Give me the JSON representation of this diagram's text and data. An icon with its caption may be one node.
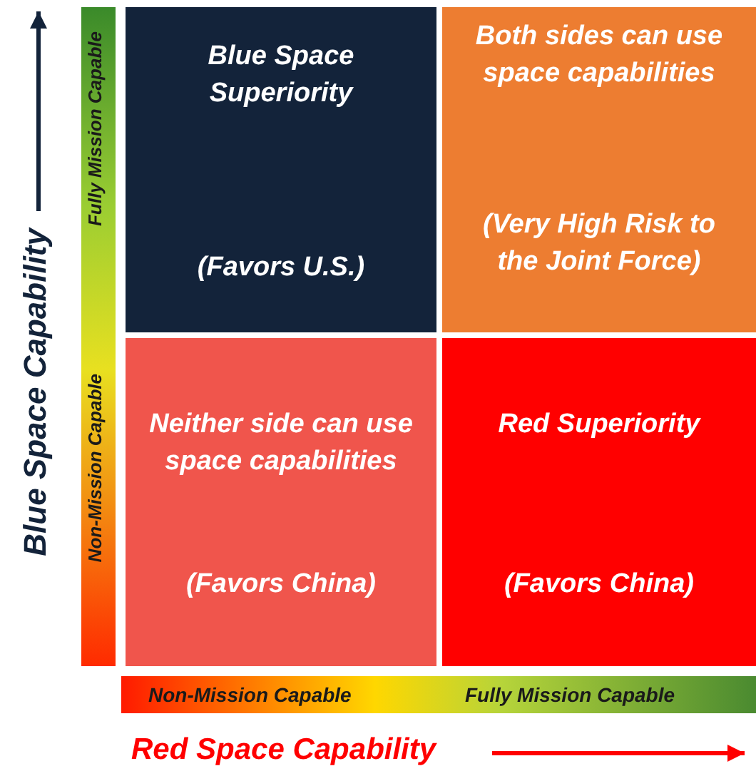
{
  "diagram": {
    "nodes": [
      {
        "text": [
          "Blue Space Superiority",
          "(Favors U.S.)"
        ]
      },
      {
        "text": [
          "Both sides can use space capabilities",
          "(Very High Risk to the Joint Force)"
        ]
      },
      {
        "text": [
          "Neither side can use space capabilities",
          "(Favors China)"
        ]
      },
      {
        "text": [
          "Red Superiority",
          "(Favors China)"
        ]
      }
    ],
    "edges": [],
    "labels": [
      "Blue Space Capability",
      "Fully Mission Capable",
      "Non-Mission Capable",
      "Non-Mission Capable",
      "Fully Mission Capable",
      "Red Space Capability"
    ]
  }
}
